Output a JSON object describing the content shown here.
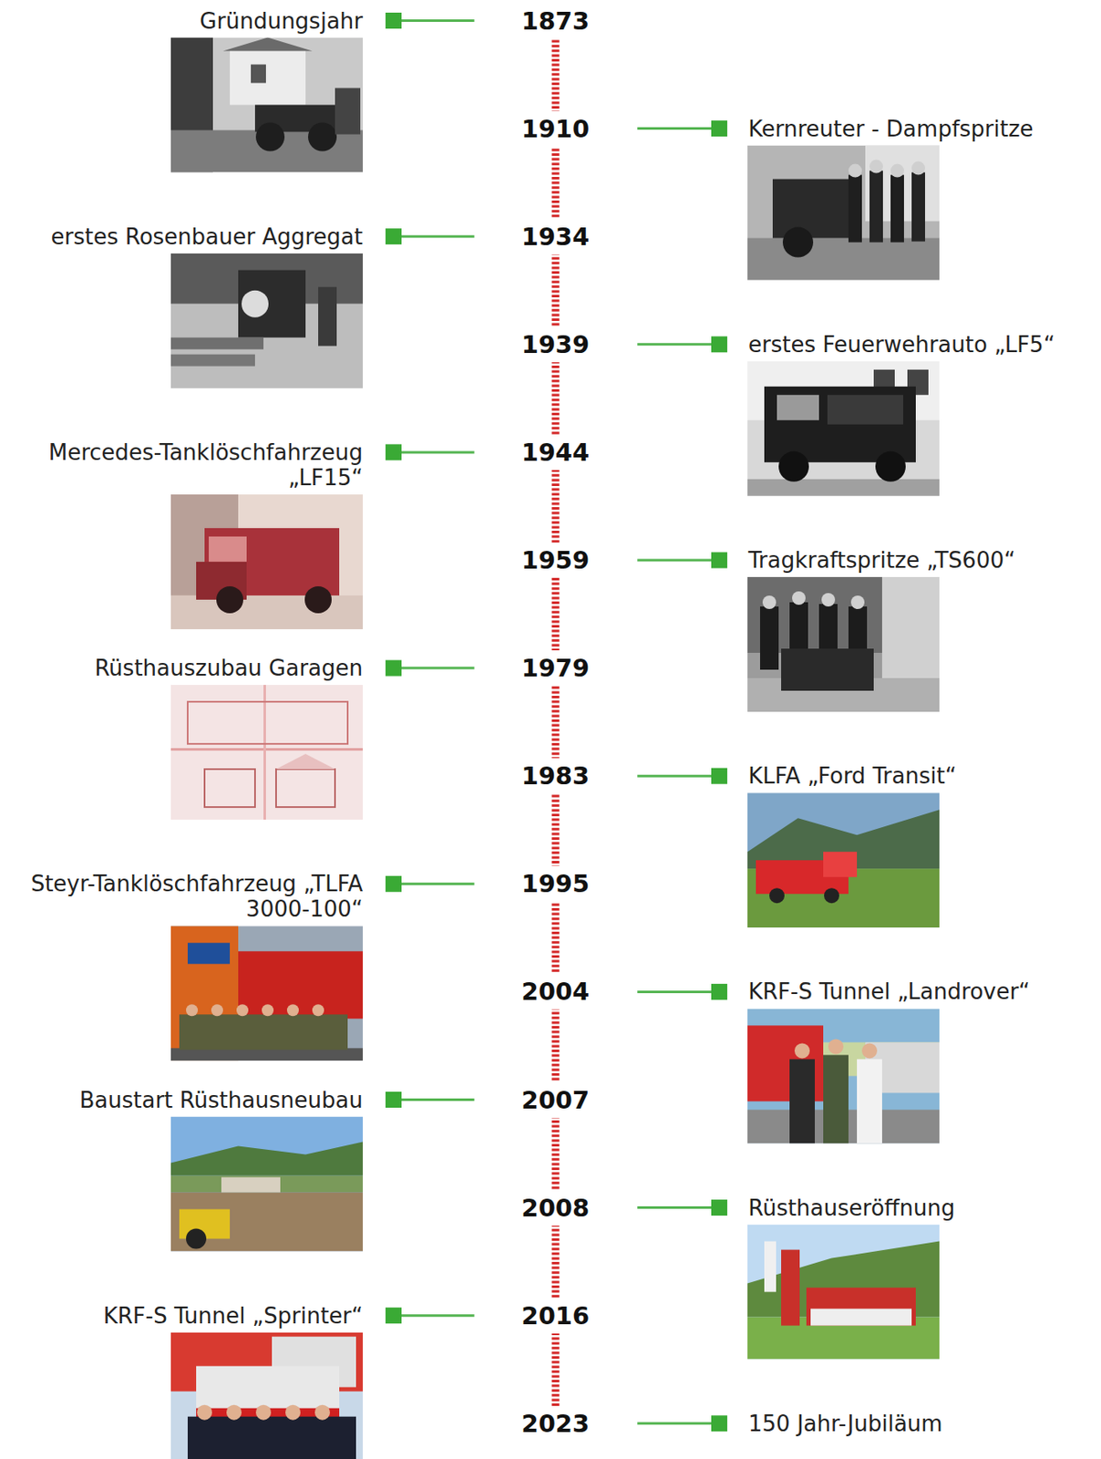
{
  "diagram": {
    "nodes": [
      {
        "text": [
          "Gründungsjahr"
        ]
      },
      {
        "text": [
          "1873"
        ]
      },
      {
        "text": [
          "1910"
        ]
      },
      {
        "text": [
          "Kernreuter - Dampfspritze"
        ]
      },
      {
        "text": [
          "erstes Rosenbauer Aggregat"
        ]
      },
      {
        "text": [
          "1934"
        ]
      },
      {
        "text": [
          "1939"
        ]
      },
      {
        "text": [
          "erstes Feuerwehrauto „LF5“"
        ]
      },
      {
        "text": [
          "Mercedes-Tanklöschfahrzeug „LF15“"
        ]
      },
      {
        "text": [
          "1944"
        ]
      },
      {
        "text": [
          "1959"
        ]
      },
      {
        "text": [
          "Tragkraftspritze „TS600“"
        ]
      },
      {
        "text": [
          "Rüsthauszubau Garagen"
        ]
      },
      {
        "text": [
          "1979"
        ]
      },
      {
        "text": [
          "1983"
        ]
      },
      {
        "text": [
          "KLFA „Ford Transit“"
        ]
      },
      {
        "text": [
          "Steyr-Tanklöschfahrzeug „TLFA 3000-100“"
        ]
      },
      {
        "text": [
          "1995"
        ]
      },
      {
        "text": [
          "2004"
        ]
      },
      {
        "text": [
          "KRF-S Tunnel „Landrover“"
        ]
      },
      {
        "text": [
          "Baustart Rüsthausneubau"
        ]
      },
      {
        "text": [
          "2007"
        ]
      },
      {
        "text": [
          "2008"
        ]
      },
      {
        "text": [
          "Rüsthauseröffnung"
        ]
      },
      {
        "text": [
          "KRF-S Tunnel „Sprinter“"
        ]
      },
      {
        "text": [
          "2016"
        ]
      },
      {
        "text": [
          "2023"
        ]
      },
      {
        "text": [
          "150 Jahr-Jubiläum"
        ]
      }
    ],
    "edges": [
      {
        "from": 0,
        "to": 1,
        "arrow": "none"
      },
      {
        "from": 3,
        "to": 2,
        "arrow": "none"
      },
      {
        "from": 4,
        "to": 5,
        "arrow": "none"
      },
      {
        "from": 7,
        "to": 6,
        "arrow": "none"
      },
      {
        "from": 8,
        "to": 9,
        "arrow": "none"
      },
      {
        "from": 11,
        "to": 10,
        "arrow": "none"
      },
      {
        "from": 12,
        "to": 13,
        "arrow": "none"
      },
      {
        "from": 15,
        "to": 14,
        "arrow": "none"
      },
      {
        "from": 16,
        "to": 17,
        "arrow": "none"
      },
      {
        "from": 19,
        "to": 18,
        "arrow": "none"
      },
      {
        "from": 20,
        "to": 21,
        "arrow": "none"
      },
      {
        "from": 23,
        "to": 22,
        "arrow": "none"
      },
      {
        "from": 24,
        "to": 25,
        "arrow": "none"
      },
      {
        "from": 27,
        "to": 26,
        "arrow": "none"
      }
    ]
  }
}
